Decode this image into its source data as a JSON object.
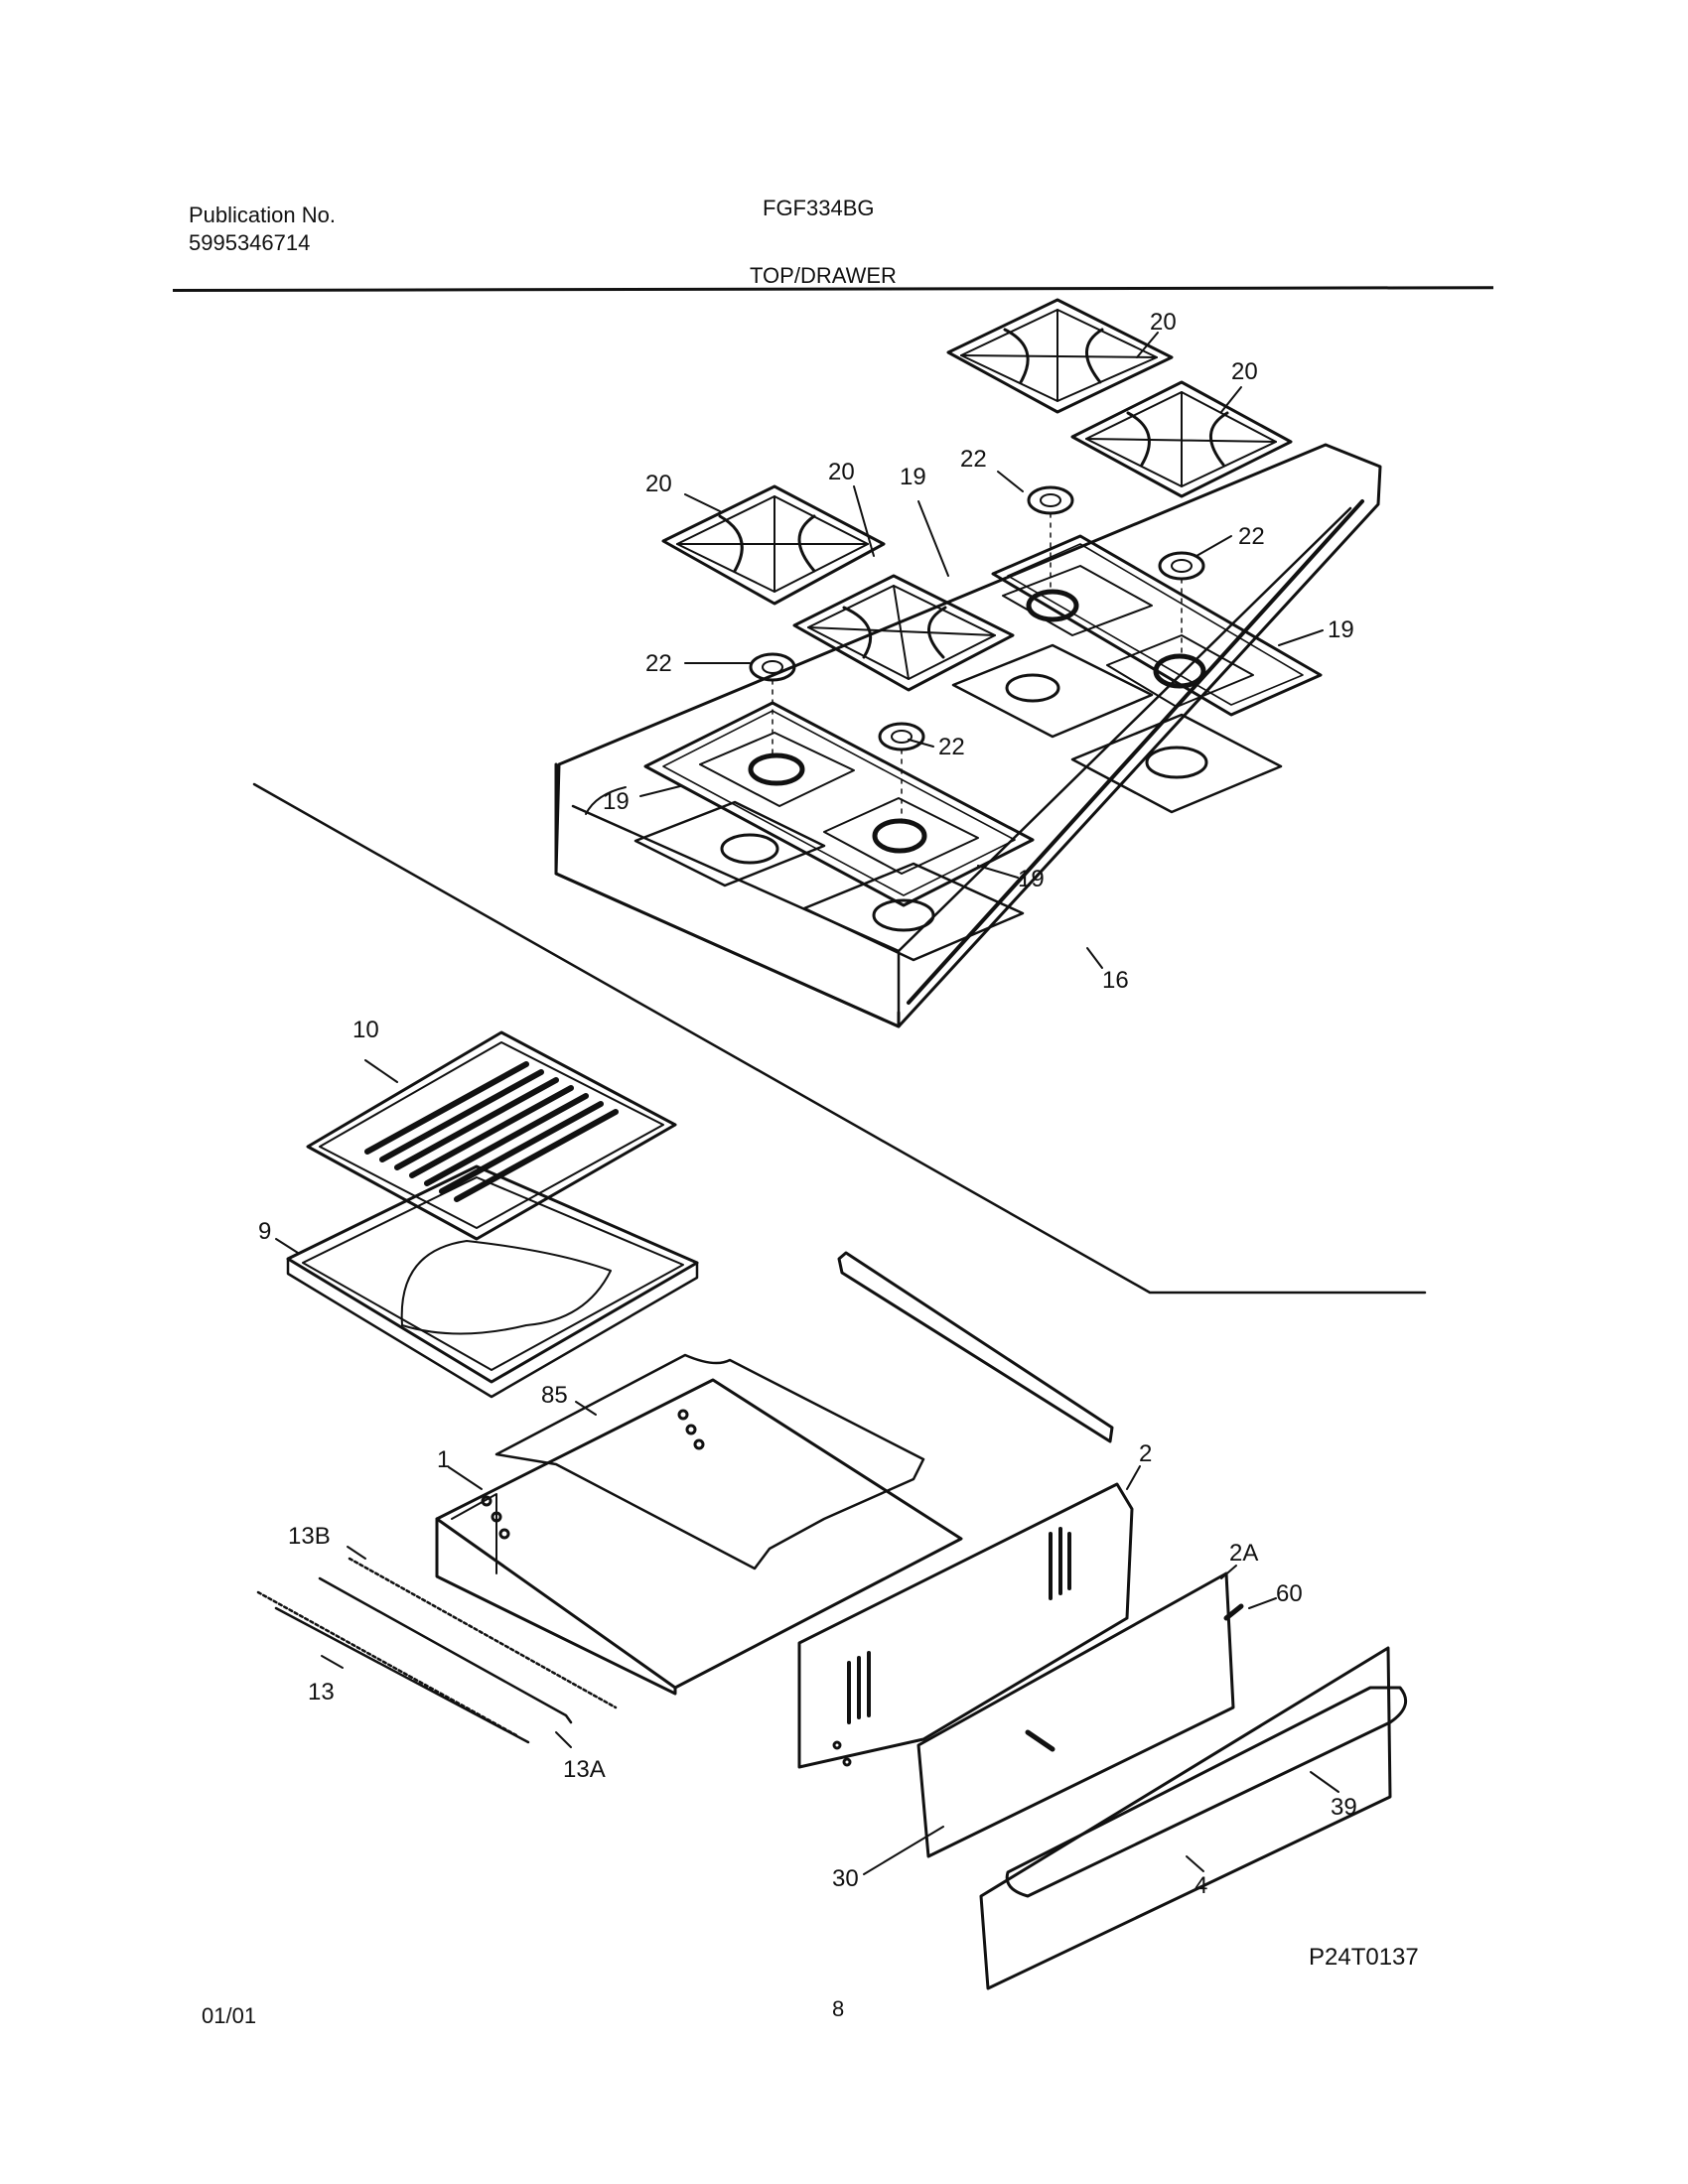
{
  "header": {
    "publication_label": "Publication No.",
    "publication_number": "5995346714",
    "model": "FGF334BG",
    "section_title": "TOP/DRAWER"
  },
  "diagram": {
    "figure_id": "P24T0137",
    "callouts": {
      "c20a": "20",
      "c20b": "20",
      "c20c": "20",
      "c20d": "20",
      "c22a": "22",
      "c22b": "22",
      "c22c": "22",
      "c22d": "22",
      "c19a": "19",
      "c19b": "19",
      "c19c": "19",
      "c19d": "19",
      "c16": "16",
      "c10": "10",
      "c9": "9",
      "c85": "85",
      "c1": "1",
      "c2": "2",
      "c2A": "2A",
      "c60": "60",
      "c13B": "13B",
      "c13": "13",
      "c13A": "13A",
      "c39": "39",
      "c30": "30",
      "c4": "4"
    }
  },
  "footer": {
    "date": "01/01",
    "page": "8"
  }
}
